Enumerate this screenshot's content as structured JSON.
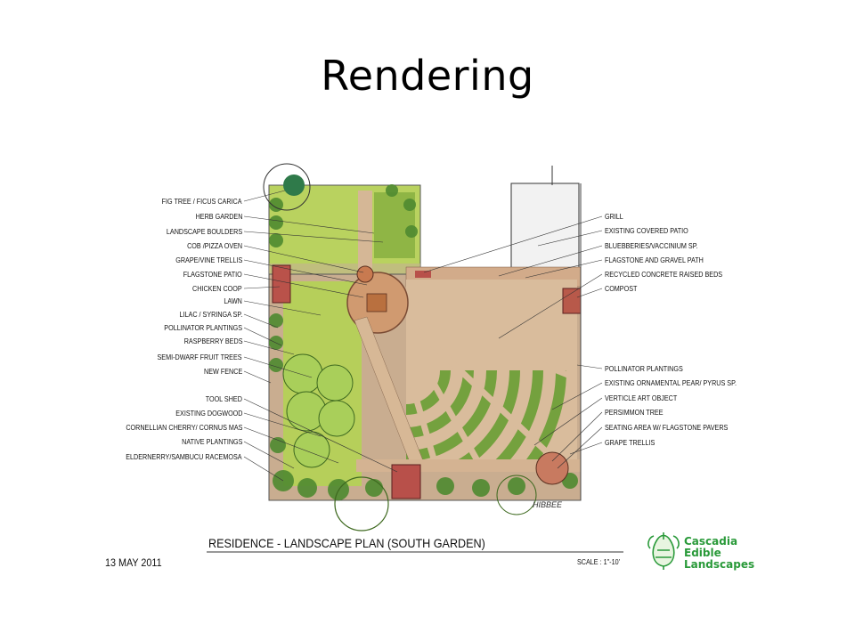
{
  "slide": {
    "title": "Rendering"
  },
  "plan": {
    "title": "RESIDENCE - LANDSCAPE PLAN (SOUTH GARDEN)",
    "date": "13 MAY 2011",
    "scale": "SCALE : 1\"-10'",
    "signature": "HIBBEE"
  },
  "labels_left": [
    "FIG TREE / FICUS CARICA",
    "HERB GARDEN",
    "LANDSCAPE BOULDERS",
    "COB /PIZZA OVEN",
    "GRAPE/VINE TRELLIS",
    "FLAGSTONE PATIO",
    "CHICKEN COOP",
    "LAWN",
    "LILAC / SYRINGA SP.",
    "POLLINATOR PLANTINGS",
    "RASPBERRY  BEDS",
    "SEMI-DWARF FRUIT TREES",
    "NEW FENCE",
    "TOOL SHED",
    "EXISTING DOGWOOD",
    "CORNELLIAN CHERRY/ CORNUS MAS",
    "NATIVE PLANTINGS",
    "ELDERNERRY/SAMBUCU RACEMOSA"
  ],
  "labels_right": [
    "GRILL",
    "EXISTING COVERED PATIO",
    "BLUEBBERIES/VACCINIUM SP.",
    "FLAGSTONE AND GRAVEL PATH",
    "RECYCLED CONCRETE RAISED BEDS",
    "COMPOST",
    "POLLINATOR PLANTINGS",
    "EXISTING ORNAMENTAL PEAR/ PYRUS SP.",
    "VERTICLE ART OBJECT",
    "PERSIMMON TREE",
    "SEATING AREA W/ FLAGSTONE PAVERS",
    "GRAPE TRELLIS"
  ],
  "logo": {
    "line1": "Cascadia",
    "line2": "Edible",
    "line3": "Landscapes",
    "color": "#2a9a3a",
    "icon": "artichoke-icon"
  },
  "colors": {
    "lawn": "#b5cf5c",
    "path": "#d8b89a",
    "beds": "#6f9c3c",
    "shrub": "#4f8a30",
    "brick": "#b8504a"
  }
}
